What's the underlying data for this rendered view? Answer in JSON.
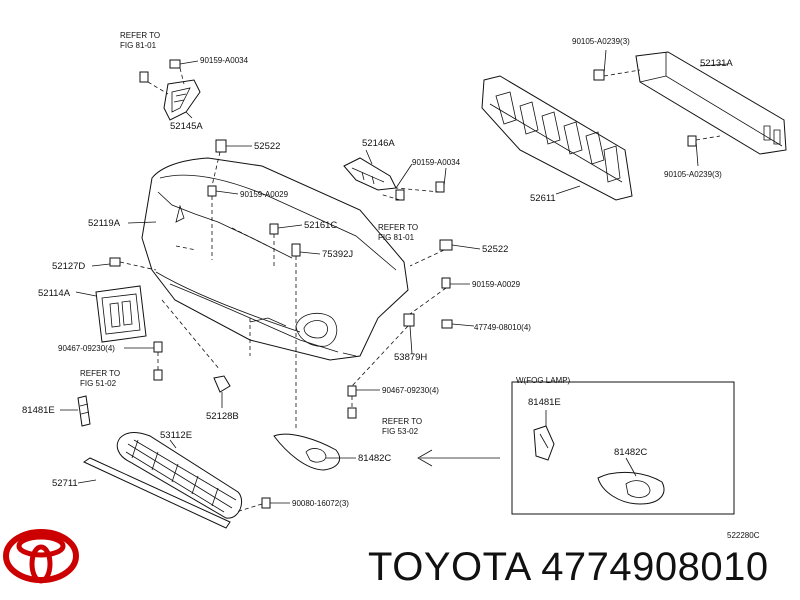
{
  "brand": {
    "name": "TOYOTA",
    "part_number": "4774908010"
  },
  "diagram_ref": "522280C",
  "callouts": {
    "refer_fig_81_01_a": [
      "REFER TO",
      "FIG 81-01"
    ],
    "p_90159_a0034_a": "90159-A0034",
    "p_52145a": "52145A",
    "p_52522_a": "52522",
    "p_90159_a0029_a": "90159-A0029",
    "p_52119a": "52119A",
    "p_52161c": "52161C",
    "p_52127d": "52127D",
    "p_75392j": "75392J",
    "p_52114a": "52114A",
    "p_90467_09230_a": "90467-09230(4)",
    "refer_fig_51_02": [
      "REFER TO",
      "FIG 51-02"
    ],
    "p_81481e_a": "81481E",
    "p_52128b": "52128B",
    "p_53112e": "53112E",
    "p_52711": "52711",
    "p_90080_16072": "90080-16072(3)",
    "p_81482c_a": "81482C",
    "refer_fig_53_02": [
      "REFER TO",
      "FIG 53-02"
    ],
    "p_90467_09230_b": "90467-09230(4)",
    "p_53879h": "53879H",
    "p_47749_08010": "47749-08010(4)",
    "p_90159_a0029_b": "90159-A0029",
    "p_52522_b": "52522",
    "refer_fig_81_01_b": [
      "REFER TO",
      "FIG 81-01"
    ],
    "p_90159_a0034_b": "90159-A0034",
    "p_52146a": "52146A",
    "p_90105_a0239_a": "90105-A0239(3)",
    "p_52131a": "52131A",
    "p_52611": "52611",
    "p_90105_a0239_b": "90105-A0239(3)"
  },
  "inset": {
    "title": "W(FOG LAMP)",
    "p_81481e": "81481E",
    "p_81482c": "81482C"
  },
  "colors": {
    "line": "#111111",
    "logo": "#cc0000"
  }
}
